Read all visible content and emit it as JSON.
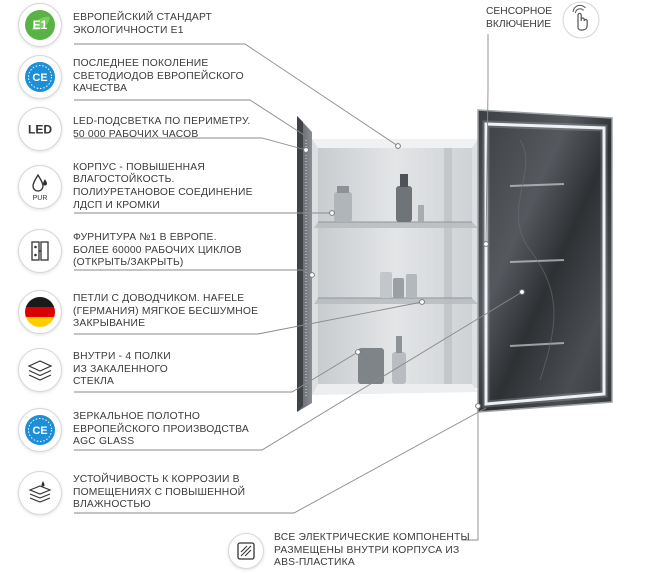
{
  "features": [
    {
      "icon": "e1-eco-icon",
      "lines": [
        "ЕВРОПЕЙСКИЙ СТАНДАРТ",
        "ЭКОЛОГИЧНОСТИ E1"
      ],
      "badge": "E1"
    },
    {
      "icon": "ce-leaf-icon",
      "lines": [
        "ПОСЛЕДНЕЕ ПОКОЛЕНИЕ",
        "СВЕТОДИОДОВ ЕВРОПЕЙСКОГО",
        "КАЧЕСТВА"
      ],
      "badge": "CE"
    },
    {
      "icon": "led-icon",
      "lines": [
        "LED-ПОДСВЕТКА ПО ПЕРИМЕТРУ.",
        "50 000 РАБОЧИХ ЧАСОВ"
      ],
      "badge": "LED"
    },
    {
      "icon": "pur-moisture-icon",
      "lines": [
        "КОРПУС - ПОВЫШЕННАЯ",
        "ВЛАГОСТОЙКОСТЬ.",
        "ПОЛИУРЕТАНОВОЕ СОЕДИНЕНИЕ",
        "ЛДСП И КРОМКИ"
      ],
      "badge": "PUR"
    },
    {
      "icon": "hinge-icon",
      "lines": [
        "ФУРНИТУРА №1 В ЕВРОПЕ.",
        "БОЛЕЕ 60000 РАБОЧИХ ЦИКЛОВ",
        "(ОТКРЫТЬ/ЗАКРЫТЬ)"
      ]
    },
    {
      "icon": "germany-flag-icon",
      "lines": [
        "ПЕТЛИ С ДОВОДЧИКОМ. HAFELE",
        "(ГЕРМАНИЯ) МЯГКОЕ БЕСШУМНОЕ",
        "ЗАКРЫВАНИЕ"
      ]
    },
    {
      "icon": "glass-shelves-icon",
      "lines": [
        "ВНУТРИ - 4 ПОЛКИ",
        "ИЗ ЗАКАЛЕННОГО",
        "СТЕКЛА"
      ]
    },
    {
      "icon": "ce-mirror-icon",
      "lines": [
        "ЗЕРКАЛЬНОЕ  ПОЛОТНО",
        "ЕВРОПЕЙСКОГО ПРОИЗВОДСТВА",
        "AGC GLASS"
      ],
      "badge": "CE"
    },
    {
      "icon": "corrosion-layers-icon",
      "lines": [
        "УСТОЙЧИВОСТЬ К КОРРОЗИИ В",
        "ПОМЕЩЕНИЯХ С ПОВЫШЕННОЙ",
        "ВЛАЖНОСТЬЮ"
      ]
    }
  ],
  "sensor": {
    "icon": "touch-hand-icon",
    "lines": [
      "СЕНСОРНОЕ",
      "ВКЛЮЧЕНИЕ"
    ]
  },
  "bottom_note": {
    "icon": "electrical-box-icon",
    "lines": [
      "ВСЕ ЭЛЕКТРИЧЕСКИЕ КОМПОНЕНТЫ",
      "РАЗМЕЩЕНЫ ВНУТРИ КОРПУСА ИЗ",
      "ABS-ПЛАСТИКА"
    ]
  },
  "colors": {
    "text": "#3a3a3a",
    "eco_green": "#59b245",
    "ce_blue": "#1e8fd6",
    "flag_black": "#1a1a1a",
    "flag_red": "#dd0000",
    "flag_gold": "#ffce00",
    "line_gray": "#8a8a8a"
  }
}
